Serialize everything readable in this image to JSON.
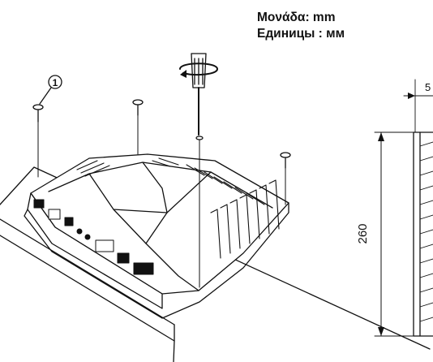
{
  "units": {
    "greek": "Μονάδα: mm",
    "russian": "Единицы : мм"
  },
  "callout": "1",
  "dimensions": {
    "height_label": "260",
    "top_offset_label": "5"
  },
  "colors": {
    "ink": "#111111",
    "background": "#ffffff"
  }
}
